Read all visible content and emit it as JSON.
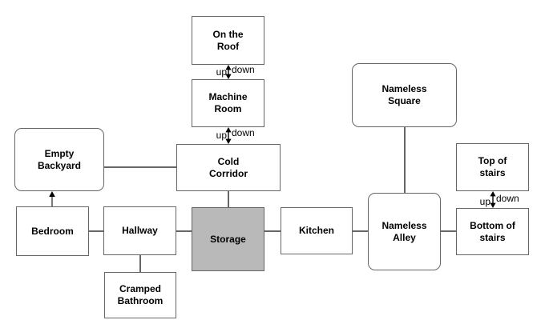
{
  "diagram": {
    "type": "room-map",
    "colors": {
      "background": "#ffffff",
      "node_border": "#666666",
      "node_fill": "#ffffff",
      "storage_fill": "#b9b9b9",
      "connector": "#666666",
      "arrow": "#000000",
      "text": "#000000"
    },
    "nodes": {
      "on_the_roof": {
        "label": "On the\nRoof",
        "shape": "rect"
      },
      "machine_room": {
        "label": "Machine\nRoom",
        "shape": "rect"
      },
      "cold_corridor": {
        "label": "Cold\nCorridor",
        "shape": "rect"
      },
      "empty_backyard": {
        "label": "Empty\nBackyard",
        "shape": "rounded"
      },
      "bedroom": {
        "label": "Bedroom",
        "shape": "rect"
      },
      "hallway": {
        "label": "Hallway",
        "shape": "rect"
      },
      "storage": {
        "label": "Storage",
        "shape": "rect",
        "fill": "#b9b9b9"
      },
      "kitchen": {
        "label": "Kitchen",
        "shape": "rect"
      },
      "cramped_bathroom": {
        "label": "Cramped\nBathroom",
        "shape": "rect"
      },
      "nameless_square": {
        "label": "Nameless\nSquare",
        "shape": "rounded"
      },
      "nameless_alley": {
        "label": "Nameless\nAlley",
        "shape": "rounded"
      },
      "top_of_stairs": {
        "label": "Top of\nstairs",
        "shape": "rect"
      },
      "bottom_of_stairs": {
        "label": "Bottom of\nstairs",
        "shape": "rect"
      }
    },
    "edge_labels": {
      "up": "up",
      "down": "down"
    },
    "edges": [
      {
        "from": "bedroom",
        "to": "empty_backyard",
        "type": "arrow"
      },
      {
        "from": "bedroom",
        "to": "hallway",
        "type": "line"
      },
      {
        "from": "hallway",
        "to": "storage",
        "type": "line"
      },
      {
        "from": "hallway",
        "to": "cramped_bathroom",
        "type": "line"
      },
      {
        "from": "storage",
        "to": "kitchen",
        "type": "line"
      },
      {
        "from": "cold_corridor",
        "to": "storage",
        "type": "line"
      },
      {
        "from": "empty_backyard",
        "to": "cold_corridor",
        "type": "line"
      },
      {
        "from": "cold_corridor",
        "to": "machine_room",
        "type": "double_arrow",
        "labels": [
          "up",
          "down"
        ]
      },
      {
        "from": "machine_room",
        "to": "on_the_roof",
        "type": "double_arrow",
        "labels": [
          "up",
          "down"
        ]
      },
      {
        "from": "kitchen",
        "to": "nameless_alley",
        "type": "line"
      },
      {
        "from": "nameless_square",
        "to": "nameless_alley",
        "type": "line"
      },
      {
        "from": "nameless_alley",
        "to": "bottom_of_stairs",
        "type": "line"
      },
      {
        "from": "bottom_of_stairs",
        "to": "top_of_stairs",
        "type": "double_arrow",
        "labels": [
          "up",
          "down"
        ]
      }
    ]
  }
}
